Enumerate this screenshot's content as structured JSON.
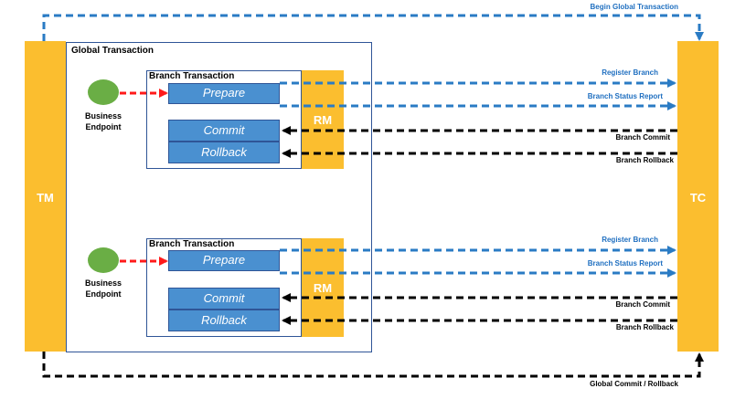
{
  "diagram": {
    "tm_label": "TM",
    "tc_label": "TC",
    "global_transaction_label": "Global Transaction",
    "begin_global_transaction_label": "Begin Global Transaction",
    "global_commit_rollback_label": "Global Commit / Rollback",
    "branches": [
      {
        "title": "Branch Transaction",
        "endpoint_label_line1": "Business",
        "endpoint_label_line2": "Endpoint",
        "prepare_label": "Prepare",
        "commit_label": "Commit",
        "rollback_label": "Rollback",
        "rm_label": "RM",
        "register_branch_label": "Register Branch",
        "branch_status_report_label": "Branch Status Report",
        "branch_commit_label": "Branch Commit",
        "branch_rollback_label": "Branch Rollback"
      },
      {
        "title": "Branch Transaction",
        "endpoint_label_line1": "Business",
        "endpoint_label_line2": "Endpoint",
        "prepare_label": "Prepare",
        "commit_label": "Commit",
        "rollback_label": "Rollback",
        "rm_label": "RM",
        "register_branch_label": "Register Branch",
        "branch_status_report_label": "Branch Status Report",
        "branch_commit_label": "Branch Commit",
        "branch_rollback_label": "Branch Rollback"
      }
    ],
    "colors": {
      "tm_tc_rm_fill": "#FBBE2F",
      "blue_box_fill": "#4A90D0",
      "blue_arrow": "#2A7BC4",
      "black_arrow": "#000000",
      "red_arrow": "#FF1A1A",
      "endpoint_fill": "#6AAE45",
      "label_blue": "#1F6FC0"
    }
  }
}
